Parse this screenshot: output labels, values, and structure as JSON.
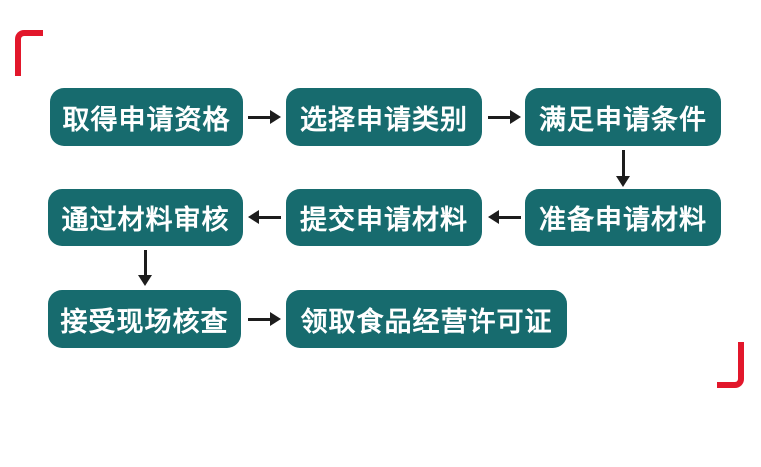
{
  "colors": {
    "node_fill": "#176b6e",
    "node_text": "#ffffff",
    "arrow": "#1d1d1d",
    "bracket": "#e2172b",
    "background": "#ffffff"
  },
  "flow": {
    "steps": [
      {
        "id": "obtain-qualification",
        "label": "取得申请资格"
      },
      {
        "id": "select-category",
        "label": "选择申请类别"
      },
      {
        "id": "meet-conditions",
        "label": "满足申请条件"
      },
      {
        "id": "prepare-materials",
        "label": "准备申请材料"
      },
      {
        "id": "submit-materials",
        "label": "提交申请材料"
      },
      {
        "id": "pass-review",
        "label": "通过材料审核"
      },
      {
        "id": "site-inspection",
        "label": "接受现场核查"
      },
      {
        "id": "receive-license",
        "label": "领取食品经营许可证"
      }
    ],
    "connectors": [
      {
        "from": "取得申请资格",
        "to": "选择申请类别",
        "direction": "right"
      },
      {
        "from": "选择申请类别",
        "to": "满足申请条件",
        "direction": "right"
      },
      {
        "from": "满足申请条件",
        "to": "准备申请材料",
        "direction": "down"
      },
      {
        "from": "准备申请材料",
        "to": "提交申请材料",
        "direction": "left"
      },
      {
        "from": "提交申请材料",
        "to": "通过材料审核",
        "direction": "left"
      },
      {
        "from": "通过材料审核",
        "to": "接受现场核查",
        "direction": "down"
      },
      {
        "from": "接受现场核查",
        "to": "领取食品经营许可证",
        "direction": "right"
      }
    ]
  },
  "decorations": {
    "top_left_bracket": "corner-bracket",
    "bottom_right_bracket": "corner-bracket"
  }
}
